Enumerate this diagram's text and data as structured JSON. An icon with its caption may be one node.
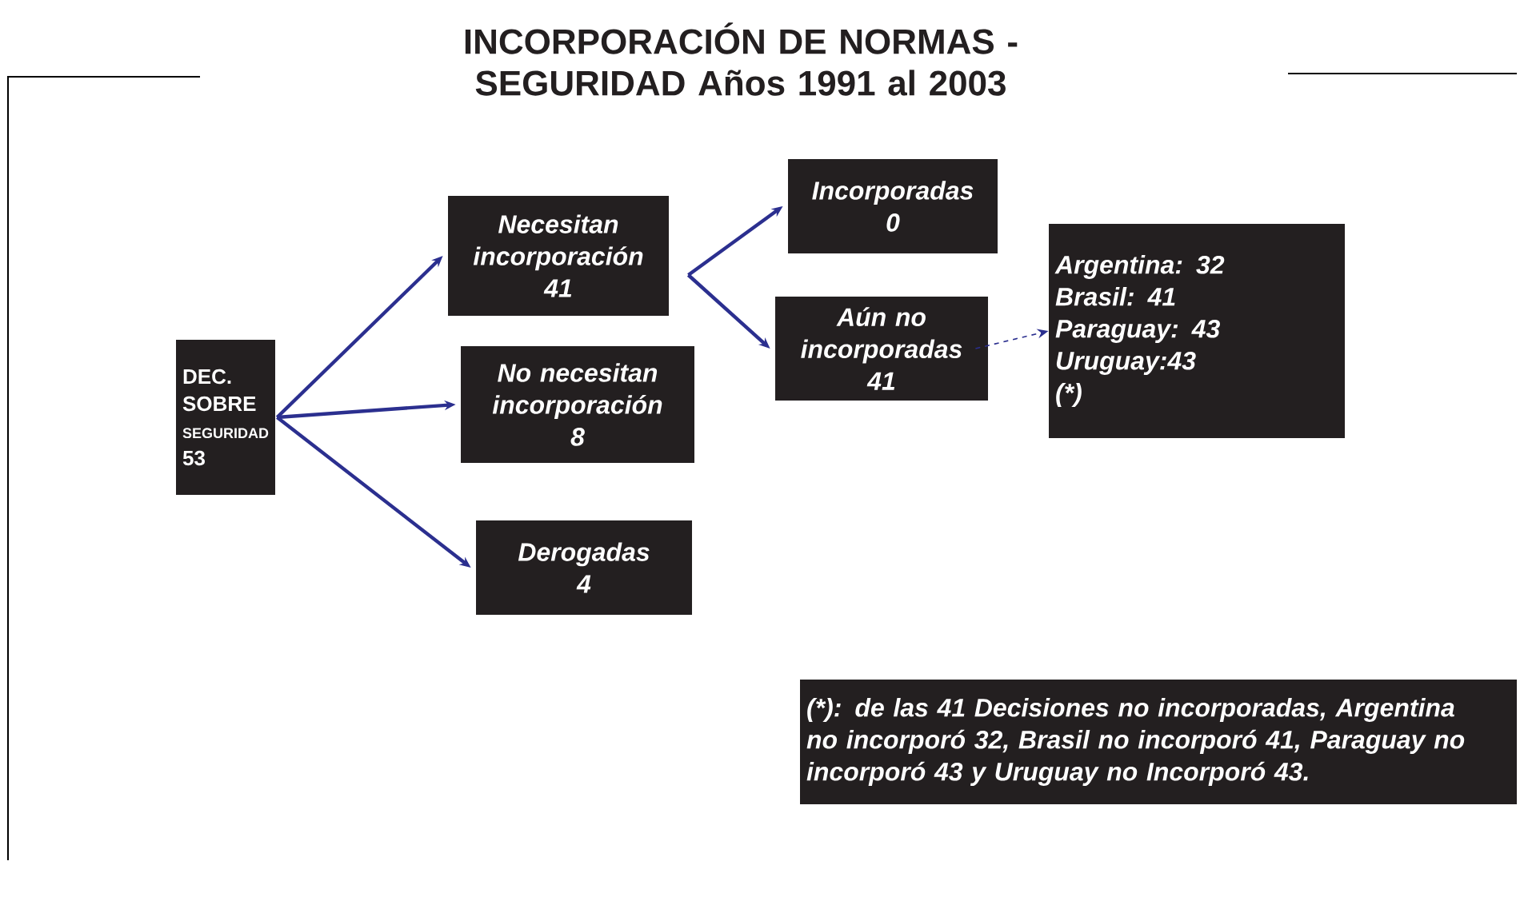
{
  "diagram": {
    "title": "INCORPORACIÓN DE NORMAS  - SEGURIDAD Años 1991 al 2003",
    "nodes": [
      {
        "text": [
          "DEC. SOBRE",
          "SEGURIDAD",
          "53"
        ]
      },
      {
        "text": [
          "Necesitan incorporación",
          "41"
        ]
      },
      {
        "text": [
          "No necesitan incorporación",
          "8"
        ]
      },
      {
        "text": [
          "Derogadas",
          "4"
        ]
      },
      {
        "text": [
          "Incorporadas",
          "0"
        ]
      },
      {
        "text": [
          "Aún no incorporadas",
          "41"
        ]
      },
      {
        "text": [
          "Argentina: 32",
          "Brasil: 41",
          "Paraguay: 43",
          "Uruguay:43",
          "(*)"
        ]
      },
      {
        "text": [
          "(*): de las 41 Decisiones no incorporadas, Argentina no incorporó 32, Brasil no incorporó 41, Paraguay no incorporó 43 y Uruguay no Incorporó 43."
        ]
      }
    ],
    "edges": [
      {
        "from": 0,
        "to": 1,
        "arrow": "to"
      },
      {
        "from": 0,
        "to": 2,
        "arrow": "to"
      },
      {
        "from": 0,
        "to": 3,
        "arrow": "to"
      },
      {
        "from": 1,
        "to": 4,
        "arrow": "to"
      },
      {
        "from": 1,
        "to": 5,
        "arrow": "to"
      },
      {
        "from": 5,
        "to": 6,
        "arrow": "to",
        "style": "dashed"
      }
    ]
  }
}
